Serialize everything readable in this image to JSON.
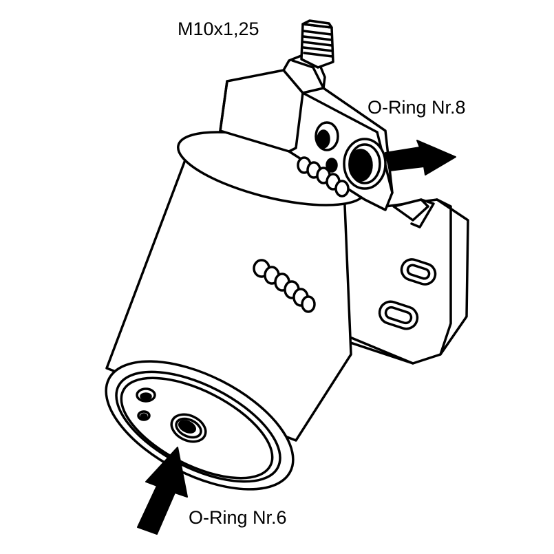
{
  "labels": {
    "thread": "M10x1,25",
    "oring_top": "O-Ring Nr.8",
    "oring_bottom": "O-Ring Nr.6"
  },
  "colors": {
    "stroke": "#000000",
    "fill": "#ffffff"
  }
}
